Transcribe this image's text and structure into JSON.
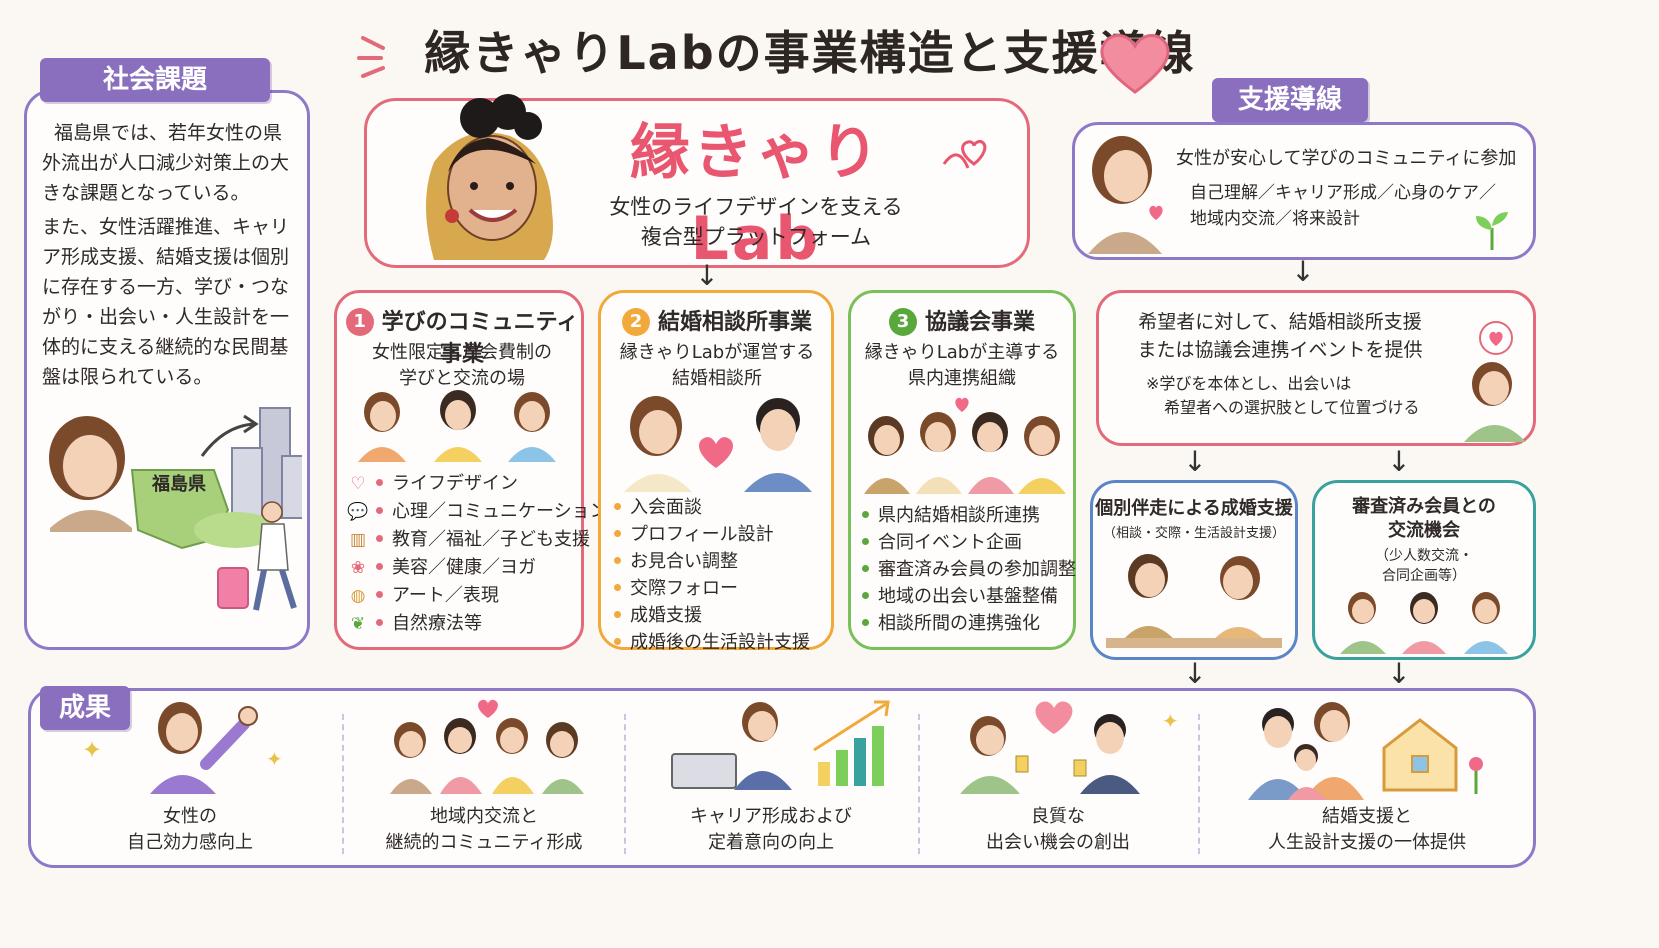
{
  "title": "縁きゃりLabの事業構造と支援導線",
  "social_issue": {
    "tag": "社会課題",
    "paragraph1": "福島県では、若年女性の県外流出が人口減少対策上の大きな課題となっている。",
    "paragraph2": "また、女性活躍推進、キャリア形成支援、結婚支援は個別に存在する一方、学び・つながり・出会い・人生設計を一体的に支える継続的な民間基盤は限られている。",
    "map_label": "福島県"
  },
  "center": {
    "brand": "縁きゃりLab",
    "subtitle_line1": "女性のライフデザインを支える",
    "subtitle_line2": "複合型プラットフォーム"
  },
  "businesses": [
    {
      "num": "1",
      "title": "学びのコミュニティ事業",
      "desc_line1": "女性限定・月会費制の",
      "desc_line2": "学びと交流の場",
      "items": [
        "ライフデザイン",
        "心理／コミュニケーション",
        "教育／福祉／子ども支援",
        "美容／健康／ヨガ",
        "アート／表現",
        "自然療法等"
      ],
      "icons": [
        "heart-icon",
        "speech-bubble-icon",
        "book-icon",
        "lotus-icon",
        "palette-icon",
        "leaf-icon"
      ],
      "color": "#e36a7b"
    },
    {
      "num": "2",
      "title": "結婚相談所事業",
      "desc_line1": "縁きゃりLabが運営する",
      "desc_line2": "結婚相談所",
      "items": [
        "入会面談",
        "プロフィール設計",
        "お見合い調整",
        "交際フォロー",
        "成婚支援",
        "成婚後の生活設計支援"
      ],
      "color": "#f0a93a"
    },
    {
      "num": "3",
      "title": "協議会事業",
      "desc_line1": "縁きゃりLabが主導する",
      "desc_line2": "県内連携組織",
      "items": [
        "県内結婚相談所連携",
        "合同イベント企画",
        "審査済み会員の参加調整",
        "地域の出会い基盤整備",
        "相談所間の連携強化"
      ],
      "color": "#5aa83c"
    }
  ],
  "support": {
    "tag": "支援導線",
    "step1_line1": "女性が安心して学びのコミュニティに参加",
    "step1_line2": "自己理解／キャリア形成／心身のケア／",
    "step1_line3": "地域内交流／将来設計",
    "step2_line1": "希望者に対して、結婚相談所支援",
    "step2_line2": "または協議会連携イベントを提供",
    "step2_note1": "※学びを本体とし、出会いは",
    "step2_note2": "希望者への選択肢として位置づける",
    "branch1_title": "個別伴走による成婚支援",
    "branch1_sub": "（相談・交際・生活設計支援）",
    "branch2_title_line1": "審査済み会員との",
    "branch2_title_line2": "交流機会",
    "branch2_sub_line1": "（少人数交流・",
    "branch2_sub_line2": "合同企画等）"
  },
  "results": {
    "tag": "成果",
    "items": [
      {
        "line1": "女性の",
        "line2": "自己効力感向上"
      },
      {
        "line1": "地域内交流と",
        "line2": "継続的コミュニティ形成"
      },
      {
        "line1": "キャリア形成および",
        "line2": "定着意向の向上"
      },
      {
        "line1": "良質な",
        "line2": "出会い機会の創出"
      },
      {
        "line1": "結婚支援と",
        "line2": "人生設計支援の一体提供"
      }
    ]
  },
  "colors": {
    "purple": "#8e79c8",
    "red": "#e36a7b",
    "orange": "#f0a93a",
    "green": "#79bf5a",
    "blue": "#5a86c8",
    "teal": "#3aa29e",
    "brand_pink": "#e8566f"
  }
}
